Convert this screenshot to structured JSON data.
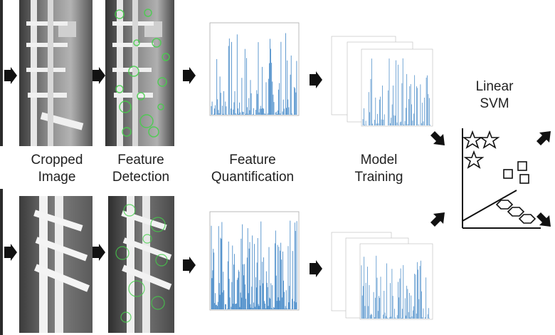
{
  "labels": {
    "cropped_line1": "Cropped",
    "cropped_line2": "Image",
    "detection_line1": "Feature",
    "detection_line2": "Detection",
    "quant_line1": "Feature",
    "quant_line2": "Quantification",
    "training_line1": "Model",
    "training_line2": "Training",
    "svm_line1": "Linear",
    "svm_line2": "SVM"
  },
  "colors": {
    "arrow": "#111111",
    "plot_line": "#3a82c4",
    "feature_green": "#45d04a",
    "text": "#222222"
  },
  "svm_plot": {
    "stars": 3,
    "squares": 3,
    "hexagons": 3
  },
  "icons": [
    "arrow-right-icon",
    "star-icon",
    "square-icon",
    "hexagon-icon"
  ]
}
